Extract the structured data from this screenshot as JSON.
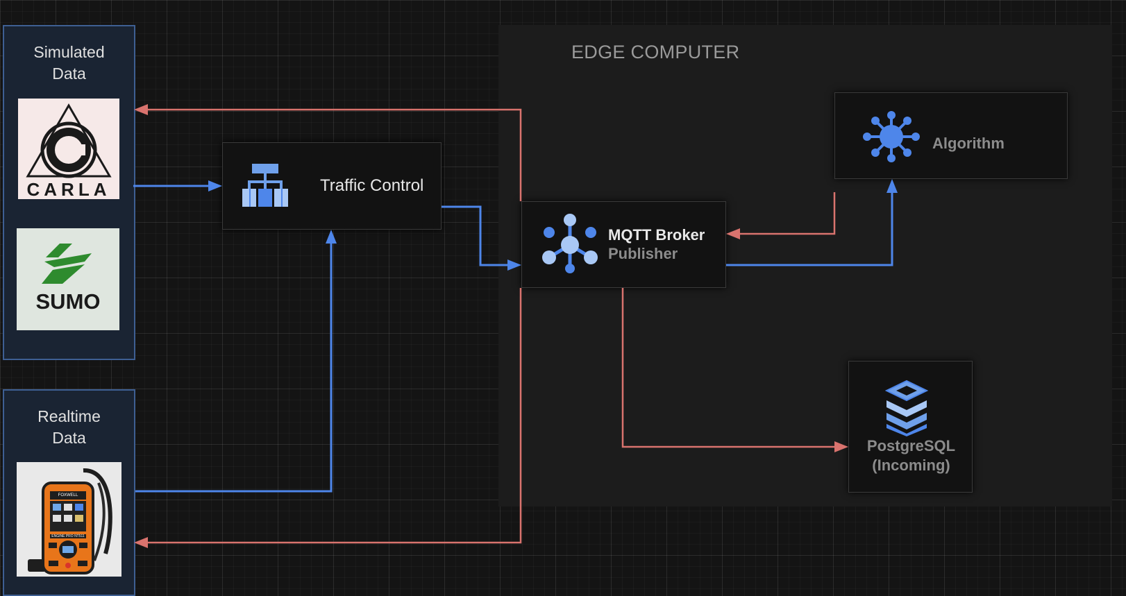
{
  "edge_region": {
    "title": "EDGE COMPUTER"
  },
  "simulated_panel": {
    "title_line1": "Simulated",
    "title_line2": "Data",
    "carla_logo_text": "CARLA",
    "sumo_logo_text": "SUMO"
  },
  "realtime_panel": {
    "title_line1": "Realtime",
    "title_line2": "Data",
    "device_brand": "FOXWELL",
    "device_model": "ENGINE PRO NT511"
  },
  "traffic_control": {
    "label": "Traffic Control",
    "icon": "org-hierarchy-icon"
  },
  "mqtt_broker": {
    "title": "MQTT Broker",
    "subtitle": "Publisher",
    "icon": "network-hub-icon"
  },
  "algorithm": {
    "label": "Algorithm",
    "icon": "neural-network-icon"
  },
  "postgres": {
    "label_line1": "PostgreSQL",
    "label_line2": "(Incoming)",
    "icon": "database-stack-icon"
  },
  "colors": {
    "blue_edge": "#4e86ea",
    "red_edge": "#d9736e",
    "panel_border": "#3e5f93"
  }
}
